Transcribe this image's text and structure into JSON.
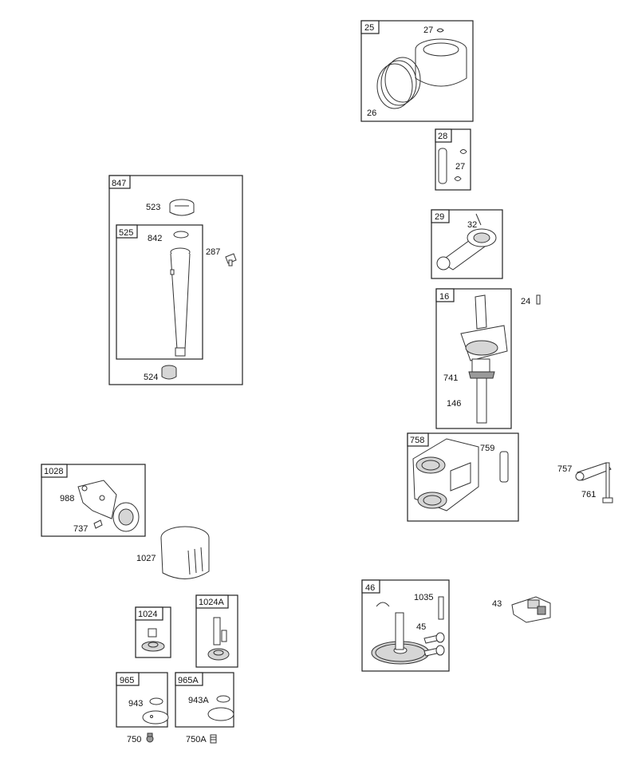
{
  "groups": {
    "g25": {
      "id": "25",
      "labels": {
        "a": "27",
        "b": "26"
      }
    },
    "g28": {
      "id": "28",
      "labels": {
        "a": "27"
      }
    },
    "g29": {
      "id": "29",
      "labels": {
        "a": "32"
      }
    },
    "g16": {
      "id": "16",
      "labels": {
        "a": "741",
        "b": "146"
      }
    },
    "g758": {
      "id": "758",
      "labels": {
        "a": "759"
      }
    },
    "g847": {
      "id": "847",
      "labels": {
        "a": "523",
        "b": "524",
        "c": "287"
      }
    },
    "g525": {
      "id": "525",
      "labels": {
        "a": "842"
      }
    },
    "g1028": {
      "id": "1028",
      "labels": {
        "a": "988",
        "b": "737"
      }
    },
    "g1024": {
      "id": "1024"
    },
    "g1024A": {
      "id": "1024A"
    },
    "g965": {
      "id": "965",
      "labels": {
        "a": "943"
      }
    },
    "g965A": {
      "id": "965A",
      "labels": {
        "a": "943A"
      }
    },
    "g46": {
      "id": "46",
      "labels": {
        "a": "1035",
        "b": "45"
      }
    }
  },
  "loose_parts": {
    "p24": "24",
    "p757": "757",
    "p761": "761",
    "p1027": "1027",
    "p750": "750",
    "p750A": "750A",
    "p43": "43"
  }
}
